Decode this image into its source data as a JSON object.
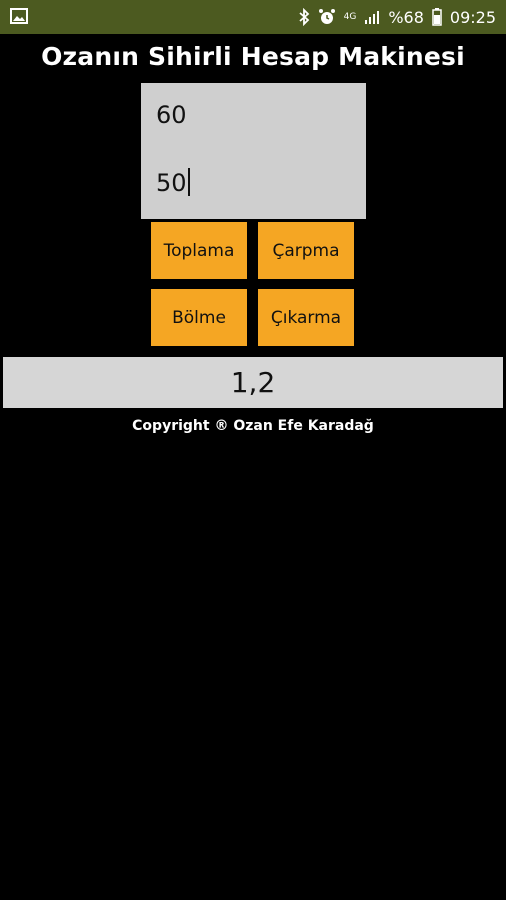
{
  "status_bar": {
    "battery_text": "%68",
    "time": "09:25",
    "network_label": "4G"
  },
  "app": {
    "title": "Ozanın Sihirli Hesap Makinesi"
  },
  "inputs": {
    "first_value": "60",
    "second_value": "50"
  },
  "buttons": {
    "add": "Toplama",
    "multiply": "Çarpma",
    "divide": "Bölme",
    "subtract": "Çıkarma"
  },
  "result": {
    "value": "1,2"
  },
  "footer": {
    "copyright": "Copyright ® Ozan Efe Karadağ"
  },
  "colors": {
    "status_bar": "#4c5a20",
    "button": "#f5a623",
    "input_bg": "#cfcfcf",
    "result_bg": "#d6d6d6"
  }
}
